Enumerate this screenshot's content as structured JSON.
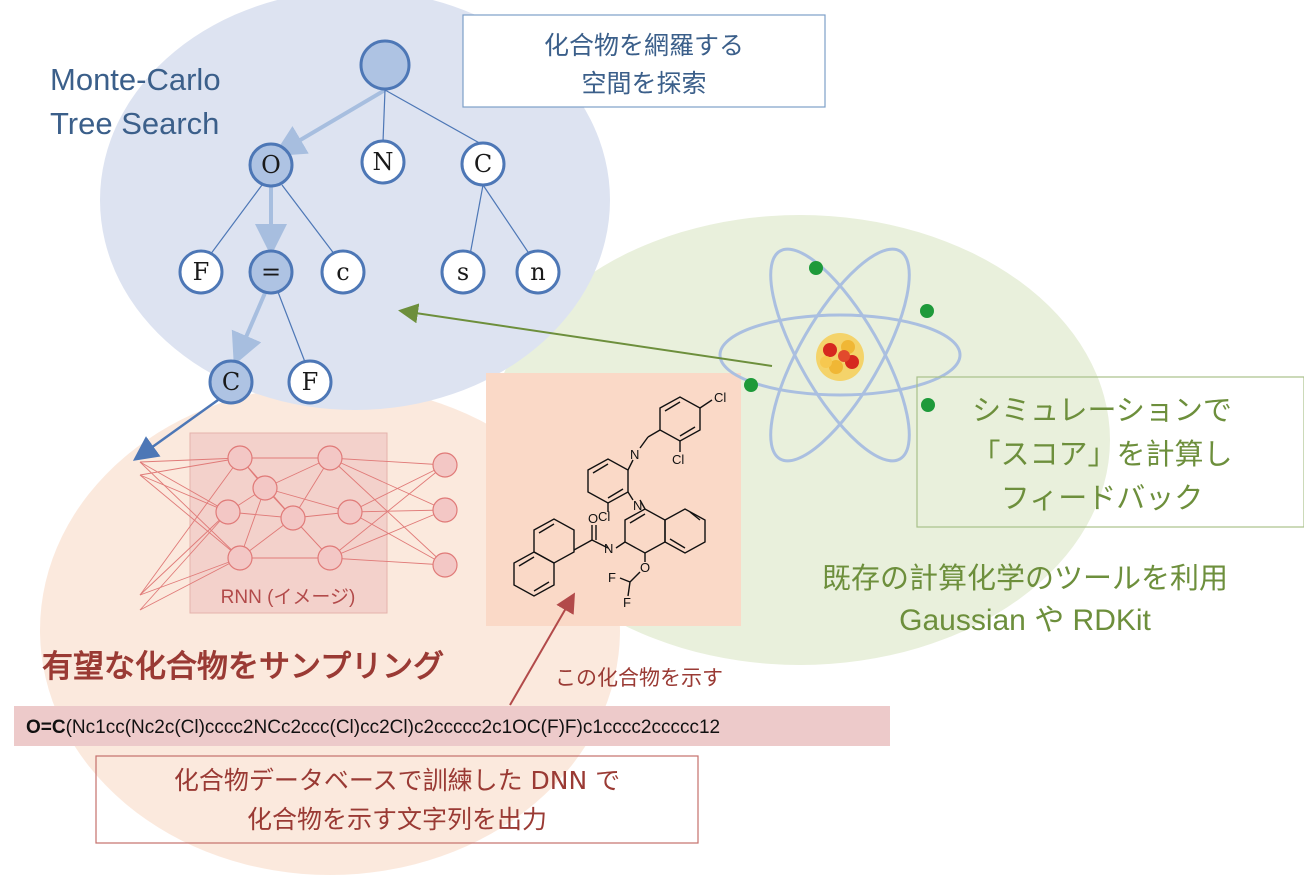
{
  "mcts": {
    "title_line1": "Monte-Carlo",
    "title_line2": "Tree Search",
    "box_line1": "化合物を網羅する",
    "box_line2": "空間を探索",
    "nodes": {
      "root": "",
      "o": "O",
      "n": "N",
      "c1": "C",
      "f1": "F",
      "eq": "=",
      "c_small": "c",
      "s": "s",
      "n_small": "n",
      "c2": "C",
      "f2": "F"
    }
  },
  "rnn": {
    "label": "RNN (イメージ)"
  },
  "molecule": {
    "atoms": {
      "cl_top": "Cl",
      "cl_mid": "Cl",
      "cl_left": "Cl",
      "n1": "N",
      "n2": "N",
      "n3": "N",
      "o1": "O",
      "o2": "O",
      "f1": "F",
      "f2": "F"
    }
  },
  "sampling": {
    "heading": "有望な化合物をサンプリング",
    "pointer_label": "この化合物を示す",
    "smiles_bold": "O=C",
    "smiles_rest": "(Nc1cc(Nc2c(Cl)cccc2NCc2ccc(Cl)cc2Cl)c2ccccc2c1OC(F)F)c1cccc2ccccc12",
    "dnn_box_line1": "化合物データベースで訓練した DNN で",
    "dnn_box_line2": "化合物を示す文字列を出力"
  },
  "simulation": {
    "box_line1": "シミュレーションで",
    "box_line2": "「スコア」を計算し",
    "box_line3": "フィードバック",
    "tools_line1": "既存の計算化学のツールを利用",
    "tools_line2": "Gaussian や RDKit"
  },
  "colors": {
    "blue_region": "#dde3f1",
    "green_region": "#e9f0dc",
    "peach_region": "#fbe7da",
    "node_fill_active": "#aec3e3",
    "node_stroke": "#4d77b6",
    "blue_text": "#3b5f8a",
    "green_text": "#6d8f3c",
    "red_text": "#9a3a34"
  }
}
